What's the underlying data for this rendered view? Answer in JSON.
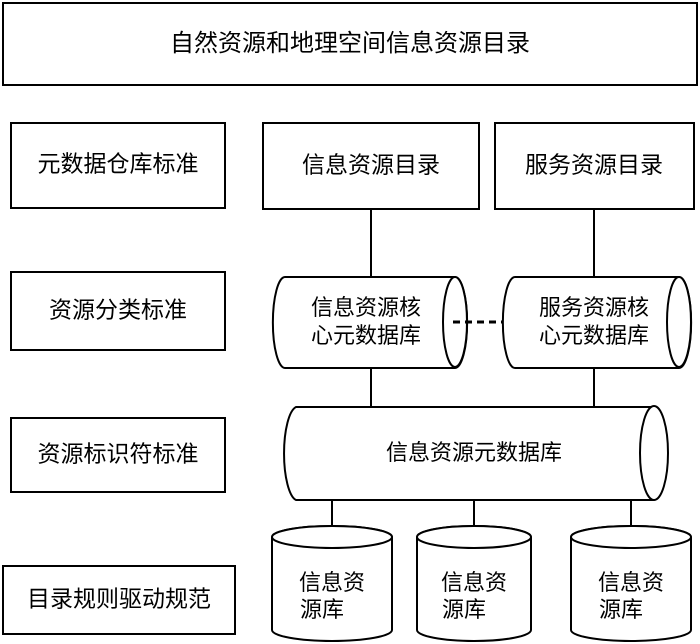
{
  "title": "自然资源和地理空间信息资源目录",
  "standards": [
    "元数据仓库标准",
    "资源分类标准",
    "资源标识符标准",
    "目录规则驱动规范"
  ],
  "catalogs": {
    "info": "信息资源目录",
    "service": "服务资源目录"
  },
  "core_dbs": {
    "info": [
      "信息资源核",
      "心元数据库"
    ],
    "service": [
      "服务资源核",
      "心元数据库"
    ]
  },
  "metadata_db": "信息资源元数据库",
  "repositories": [
    [
      "信息资",
      "源库"
    ],
    [
      "信息资",
      "源库"
    ],
    [
      "信息资",
      "源库"
    ]
  ]
}
